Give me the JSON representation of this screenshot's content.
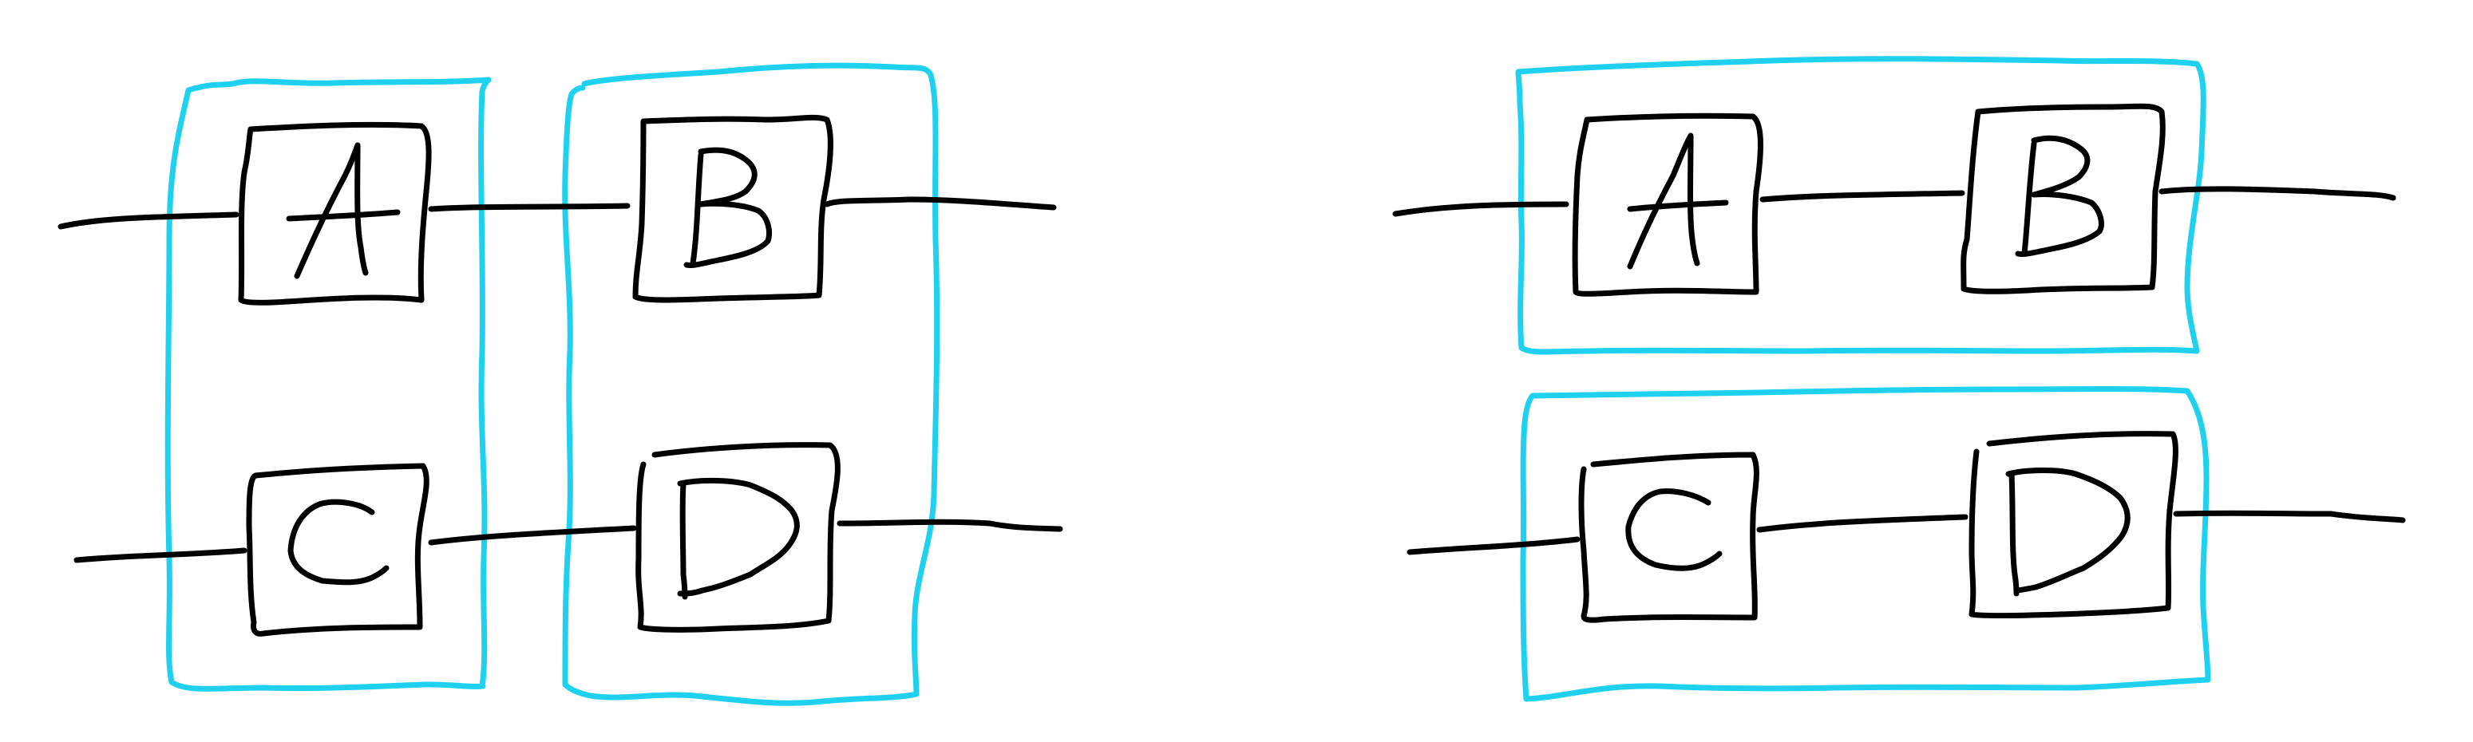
{
  "colors": {
    "ink": "#000000",
    "group_outline": "#1fd0ef",
    "background": "#ffffff"
  },
  "diagrams": [
    {
      "grouping": "vertical",
      "gates": [
        {
          "label": "A"
        },
        {
          "label": "B"
        },
        {
          "label": "C"
        },
        {
          "label": "D"
        }
      ]
    },
    {
      "grouping": "horizontal",
      "gates": [
        {
          "label": "A"
        },
        {
          "label": "B"
        },
        {
          "label": "C"
        },
        {
          "label": "D"
        }
      ]
    }
  ]
}
